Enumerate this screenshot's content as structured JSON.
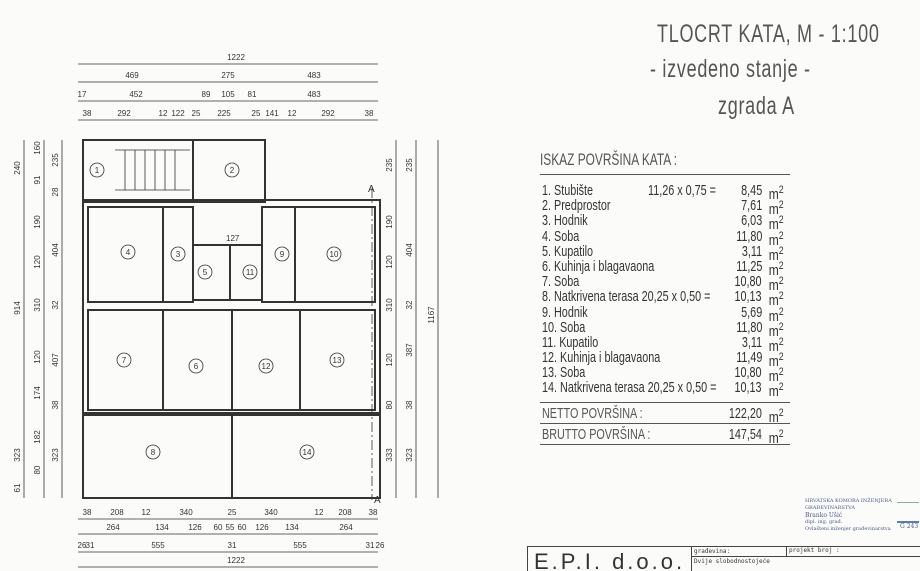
{
  "title": {
    "line1": "TLOCRT KATA, M - 1:100",
    "line2": "- izvedeno stanje -",
    "line3": "zgrada A"
  },
  "area_table": {
    "heading": "ISKAZ POVRŠINA KATA :",
    "unit": "m",
    "rows": [
      {
        "label": "1. Stubište",
        "calc": "11,26 x 0,75 =",
        "value": "8,45"
      },
      {
        "label": "2. Predprostor",
        "calc": "",
        "value": "7,61"
      },
      {
        "label": "3. Hodnik",
        "calc": "",
        "value": "6,03"
      },
      {
        "label": "4. Soba",
        "calc": "",
        "value": "11,80"
      },
      {
        "label": "5. Kupatilo",
        "calc": "",
        "value": "3,11"
      },
      {
        "label": "6. Kuhinja i blagavaona",
        "calc": "",
        "value": "11,25"
      },
      {
        "label": "7. Soba",
        "calc": "",
        "value": "10,80"
      },
      {
        "label": "8. Natkrivena terasa 20,25 x 0,50 =",
        "calc": "",
        "value": "10,13"
      },
      {
        "label": "9. Hodnik",
        "calc": "",
        "value": "5,69"
      },
      {
        "label": "10. Soba",
        "calc": "",
        "value": "11,80"
      },
      {
        "label": "11. Kupatilo",
        "calc": "",
        "value": "3,11"
      },
      {
        "label": "12. Kuhinja i blagavaona",
        "calc": "",
        "value": "11,49"
      },
      {
        "label": "13. Soba",
        "calc": "",
        "value": "10,80"
      },
      {
        "label": "14. Natkrivena terasa 20,25 x 0,50 =",
        "calc": "",
        "value": "10,13"
      }
    ],
    "netto": {
      "label": "NETTO POVRŠINA :",
      "value": "122,20"
    },
    "brutto": {
      "label": "BRUTTO POVRŠINA :",
      "value": "147,54"
    }
  },
  "plan": {
    "rooms": [
      "1",
      "2",
      "3",
      "4",
      "5",
      "6",
      "7",
      "8",
      "9",
      "10",
      "11",
      "12",
      "13",
      "14"
    ],
    "section_label": "A",
    "door_label": "127",
    "dims": {
      "top": [
        [
          "1222"
        ],
        [
          "469",
          "275",
          "483"
        ],
        [
          "17",
          "452",
          "89",
          "105",
          "81",
          "483"
        ],
        [
          "38",
          "292",
          "12",
          "122",
          "25",
          "225",
          "25",
          "141",
          "12",
          "292",
          "38"
        ]
      ],
      "bottom": [
        [
          "38",
          "208",
          "12",
          "340",
          "25",
          "340",
          "12",
          "208",
          "38"
        ],
        [
          "264",
          "134",
          "126",
          "60",
          "55",
          "60",
          "126",
          "134",
          "264"
        ],
        [
          "26",
          "31",
          "555",
          "31",
          "555",
          "31",
          "26"
        ],
        [
          "1222"
        ]
      ],
      "left": [
        [
          "240",
          "914",
          "323",
          "61"
        ],
        [
          "160",
          "91",
          "190",
          "120",
          "310",
          "120",
          "174",
          "182",
          "80"
        ],
        [
          "235",
          "28",
          "404",
          "32",
          "407",
          "38",
          "323"
        ]
      ],
      "right": [
        [
          "235",
          "190",
          "120",
          "310",
          "120",
          "80",
          "333"
        ],
        [
          "235",
          "404",
          "32",
          "387",
          "38",
          "323"
        ],
        [
          "1167"
        ]
      ]
    }
  },
  "title_block": {
    "company": "E.P.I. d.o.o.",
    "building_label": "građevina:",
    "building_value": "Dvije slobodnostojeće",
    "project_label": "projekt broj :"
  },
  "stamp": {
    "line1": "HRVATSKA KOMORA INŽENJERA GRAĐEVINARSTVA",
    "line2": "Branko Ušić",
    "line3": "dipl. ing. građ.",
    "line4": "Ovlašteni inženjer građevinarstva",
    "number": "G 243"
  }
}
